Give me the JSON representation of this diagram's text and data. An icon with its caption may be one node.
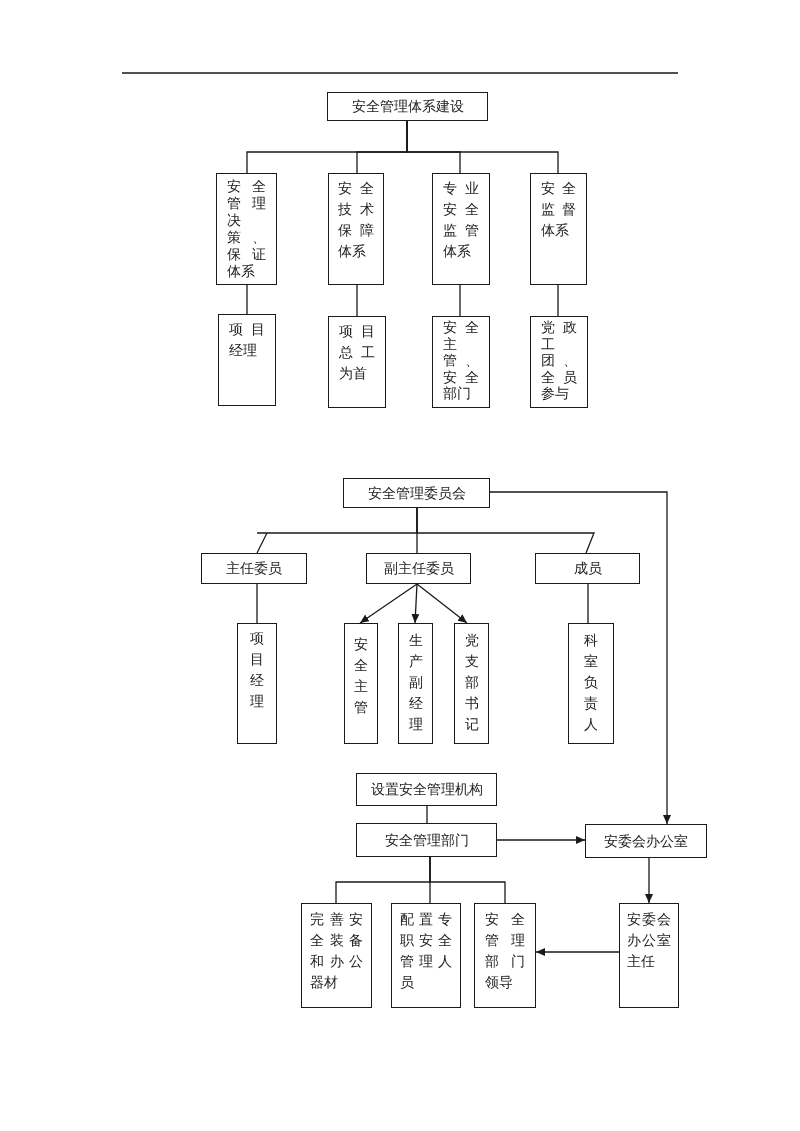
{
  "diagram": {
    "nodes": [
      {
        "text": [
          "安全管理体系建设"
        ]
      },
      {
        "text": [
          "安全管理决策、保证体系"
        ]
      },
      {
        "text": [
          "安全技术保障体系"
        ]
      },
      {
        "text": [
          "专业安全监管体系"
        ]
      },
      {
        "text": [
          "安全监督体系"
        ]
      },
      {
        "text": [
          "项目经理"
        ]
      },
      {
        "text": [
          "项目总工为首"
        ]
      },
      {
        "text": [
          "安全主管、安全部门"
        ]
      },
      {
        "text": [
          "党政工团、全员参与"
        ]
      },
      {
        "text": [
          "安全管理委员会"
        ]
      },
      {
        "text": [
          "主任委员"
        ]
      },
      {
        "text": [
          "副主任委员"
        ]
      },
      {
        "text": [
          "成员"
        ]
      },
      {
        "text": [
          "项目经理"
        ]
      },
      {
        "text": [
          "安全主管"
        ]
      },
      {
        "text": [
          "生产副经理"
        ]
      },
      {
        "text": [
          "党支部书记"
        ]
      },
      {
        "text": [
          "科室负责人"
        ]
      },
      {
        "text": [
          "设置安全管理机构"
        ]
      },
      {
        "text": [
          "安全管理部门"
        ]
      },
      {
        "text": [
          "安委会办公室"
        ]
      },
      {
        "text": [
          "完善安全装备和办公器材"
        ]
      },
      {
        "text": [
          "配置专职安全管理人员"
        ]
      },
      {
        "text": [
          "安全管理部门领导"
        ]
      },
      {
        "text": [
          "安委会办公室主任"
        ]
      }
    ],
    "edges": [
      {
        "from": 0,
        "to": 1,
        "arrow": "none"
      },
      {
        "from": 0,
        "to": 2,
        "arrow": "none"
      },
      {
        "from": 0,
        "to": 3,
        "arrow": "none"
      },
      {
        "from": 0,
        "to": 4,
        "arrow": "none"
      },
      {
        "from": 1,
        "to": 5,
        "arrow": "none"
      },
      {
        "from": 2,
        "to": 6,
        "arrow": "none"
      },
      {
        "from": 3,
        "to": 7,
        "arrow": "none"
      },
      {
        "from": 4,
        "to": 8,
        "arrow": "none"
      },
      {
        "from": 9,
        "to": 10,
        "arrow": "none"
      },
      {
        "from": 9,
        "to": 11,
        "arrow": "none"
      },
      {
        "from": 9,
        "to": 12,
        "arrow": "none"
      },
      {
        "from": 11,
        "to": 14,
        "arrow": "to"
      },
      {
        "from": 11,
        "to": 15,
        "arrow": "to"
      },
      {
        "from": 11,
        "to": 16,
        "arrow": "to"
      },
      {
        "from": 10,
        "to": 13,
        "arrow": "none"
      },
      {
        "from": 12,
        "to": 17,
        "arrow": "none"
      },
      {
        "from": 9,
        "to": 20,
        "arrow": "to"
      },
      {
        "from": 18,
        "to": 19,
        "arrow": "none"
      },
      {
        "from": 19,
        "to": 20,
        "arrow": "to"
      },
      {
        "from": 19,
        "to": 21,
        "arrow": "none"
      },
      {
        "from": 19,
        "to": 22,
        "arrow": "none"
      },
      {
        "from": 19,
        "to": 23,
        "arrow": "none"
      },
      {
        "from": 20,
        "to": 24,
        "arrow": "to"
      },
      {
        "from": 24,
        "to": 23,
        "arrow": "to"
      }
    ]
  }
}
